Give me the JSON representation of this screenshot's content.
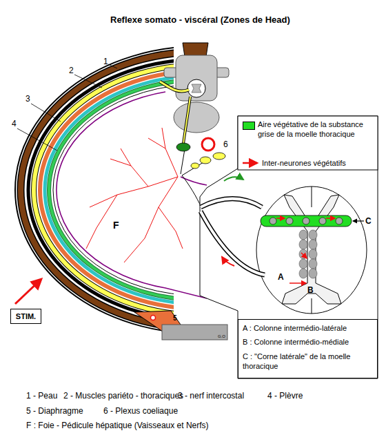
{
  "diagram": {
    "title": "Reflexe somato - viscéral (Zones de Head)",
    "nodes": [
      {
        "text": [
          "STIM."
        ]
      },
      {
        "text": [
          "A : Colonne intermédio-latérale",
          "B : Colonne intermédio-médiale",
          "C : \"Corne latérale\" de la moelle thoracique"
        ]
      }
    ],
    "labels": [
      "1",
      "2",
      "3",
      "4",
      "6",
      "F",
      "5",
      "G.O",
      "A",
      "B",
      "C",
      "1 - Peau",
      "2 - Muscles pariéto - thoraciques",
      "3 - nerf intercostal",
      "4 - Plèvre",
      "5 - Diaphragme",
      "6 - Plexus coeliaque",
      "F : Foie - Pédicule hépatique (Vaisseaux et Nerfs)"
    ],
    "legend": [
      {
        "text": "Aire végétative de la substance grise de la moelle thoracique",
        "color": "#22dd22"
      },
      {
        "text": "Inter-neurones végétatifs"
      }
    ]
  }
}
